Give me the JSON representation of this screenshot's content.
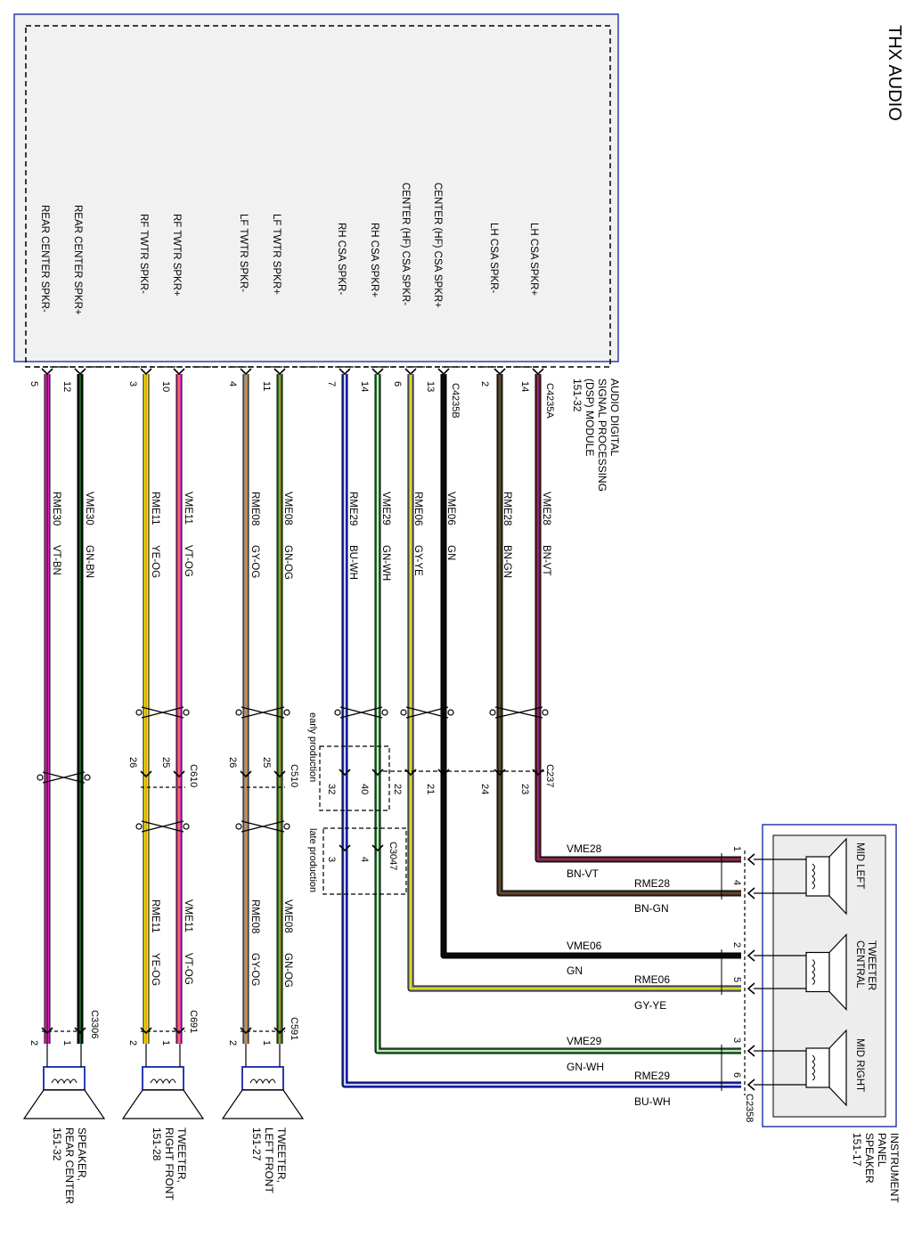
{
  "page_title": "THX AUDIO",
  "dsp_module": {
    "lines": [
      "AUDIO DIGITAL",
      "SIGNAL PROCESSING",
      "(DSP) MODULE",
      "151-32"
    ],
    "pins": [
      {
        "label": "LH CSA SPKR+",
        "pin": "14",
        "connector": "C4235A"
      },
      {
        "label": "LH CSA SPKR-",
        "pin": "2"
      },
      {
        "label": "CENTER (HF) CSA SPKR+",
        "pin": "13",
        "connector": "C4235B"
      },
      {
        "label": "CENTER (HF) CSA SPKR-",
        "pin": "6"
      },
      {
        "label": "RH CSA SPKR+",
        "pin": "14"
      },
      {
        "label": "RH CSA SPKR-",
        "pin": "7"
      },
      {
        "label": "LF TWTR SPKR+",
        "pin": "11"
      },
      {
        "label": "LF TWTR SPKR-",
        "pin": "4"
      },
      {
        "label": "RF TWTR SPKR+",
        "pin": "10"
      },
      {
        "label": "RF TWTR SPKR-",
        "pin": "3"
      },
      {
        "label": "REAR CENTER SPKR+",
        "pin": "12"
      },
      {
        "label": "REAR CENTER SPKR-",
        "pin": "5"
      }
    ]
  },
  "wires": [
    {
      "circuit": "VME28",
      "color_code": "BN-VT",
      "inline_pin": "23",
      "end_circuit": "VME28",
      "end_color": "BN-VT",
      "end_pin": "1"
    },
    {
      "circuit": "RME28",
      "color_code": "BN-GN",
      "inline_pin": "24",
      "end_circuit": "RME28",
      "end_color": "BN-GN",
      "end_pin": "4"
    },
    {
      "circuit": "VME06",
      "color_code": "GN",
      "inline_pin": "21",
      "end_circuit": "VME06",
      "end_color": "GN",
      "end_pin": "2"
    },
    {
      "circuit": "RME06",
      "color_code": "GY-YE",
      "inline_pin": "22",
      "end_circuit": "RME06",
      "end_color": "GY-YE",
      "end_pin": "5"
    },
    {
      "circuit": "VME29",
      "color_code": "GN-WH",
      "inline_pin": "40",
      "late_pin": "4",
      "end_circuit": "VME29",
      "end_color": "GN-WH",
      "end_pin": "3"
    },
    {
      "circuit": "RME29",
      "color_code": "BU-WH",
      "inline_pin": "32",
      "late_pin": "3",
      "end_circuit": "RME29",
      "end_color": "BU-WH",
      "end_pin": "6"
    },
    {
      "circuit": "VME08",
      "color_code": "GN-OG",
      "inline_pin": "25",
      "speaker_pin": "1"
    },
    {
      "circuit": "RME08",
      "color_code": "GY-OG",
      "inline_pin": "26",
      "speaker_pin": "2"
    },
    {
      "circuit": "VME11",
      "color_code": "VT-OG",
      "inline_pin": "25",
      "speaker_pin": "1"
    },
    {
      "circuit": "RME11",
      "color_code": "YE-OG",
      "inline_pin": "26",
      "speaker_pin": "2"
    },
    {
      "circuit": "VME30",
      "color_code": "GN-BN",
      "speaker_pin": "1"
    },
    {
      "circuit": "RME30",
      "color_code": "VT-BN",
      "speaker_pin": "2"
    }
  ],
  "connectors": {
    "c237": "C237",
    "c510": "C510",
    "c610": "C610",
    "c3047": "C3047",
    "c591": "C591",
    "c691": "C691",
    "c3306": "C3306",
    "c2358": "C2358"
  },
  "production": {
    "early": "early production",
    "late": "late production"
  },
  "ip_speaker": {
    "lines": [
      "INSTRUMENT",
      "PANEL",
      "SPEAKER",
      "151-17"
    ],
    "drivers": [
      {
        "lines": [
          "MID LEFT"
        ]
      },
      {
        "lines": [
          "TWEETER",
          "CENTRAL"
        ]
      },
      {
        "lines": [
          "MID RIGHT"
        ]
      }
    ]
  },
  "speakers": [
    {
      "lines": [
        "TWEETER,",
        "LEFT FRONT",
        "151-27"
      ]
    },
    {
      "lines": [
        "TWEETER,",
        "RIGHT FRONT",
        "151-28"
      ]
    },
    {
      "lines": [
        "SPEAKER,",
        "REAR CENTER",
        "151-32"
      ]
    }
  ],
  "colors": {
    "module_border": "#2a3cb0",
    "module_fill": "#f1f1f1",
    "brown": "#5a1f1f",
    "violet": "#a0279a",
    "green": "#1f7a2a",
    "black": "#0a0a0a",
    "gray": "#8c8c8c",
    "yellow": "#f2f20a",
    "white": "#ffffff",
    "blue": "#1a2bd6",
    "magenta": "#e61ed2",
    "orange": "#f08a1e"
  }
}
